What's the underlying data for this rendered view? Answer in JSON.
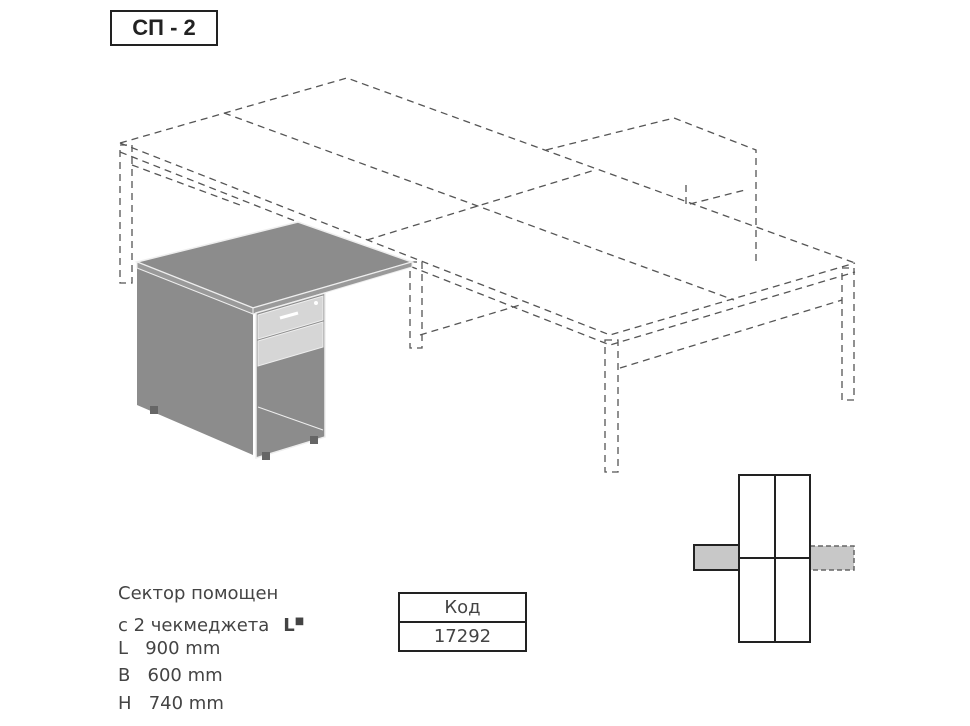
{
  "title": "СП - 2",
  "description": {
    "line1": "Сектор помощен",
    "line2": "с 2 чекмеджета",
    "orientation_mark": "L",
    "dimensions": [
      {
        "label": "L",
        "value": "900 mm"
      },
      {
        "label": "B",
        "value": "600 mm"
      },
      {
        "label": "H",
        "value": "740 mm"
      }
    ]
  },
  "code_table": {
    "header": "Код",
    "value": "17292"
  },
  "colors": {
    "pedestal": "#8c8c8c",
    "drawer": "#d6d6d6",
    "outline": "#444444",
    "plan_fill": "#c8c8c8"
  }
}
